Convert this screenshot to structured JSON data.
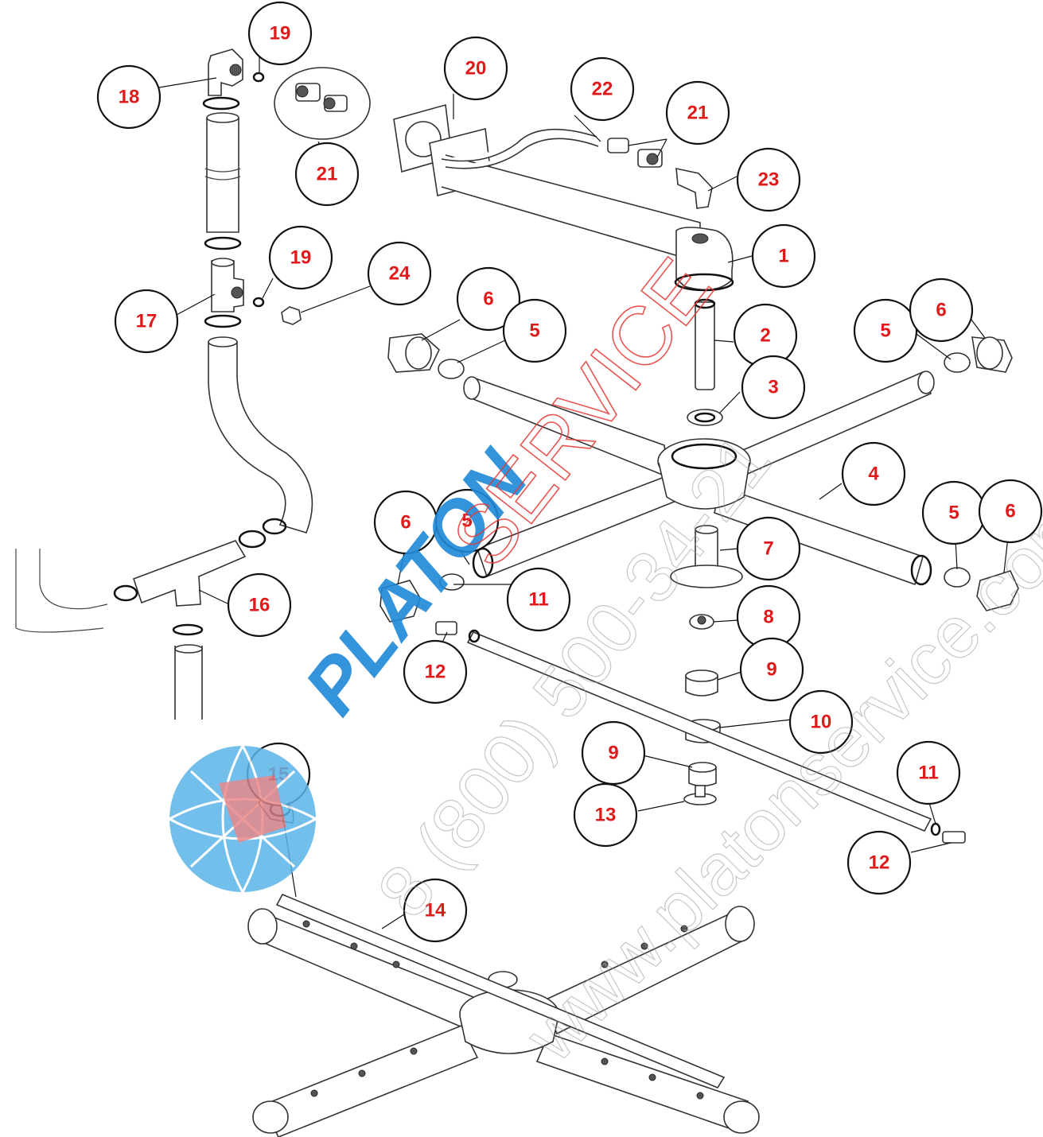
{
  "callouts": [
    {
      "id": "c18",
      "label": "18"
    },
    {
      "id": "c19a",
      "label": "19"
    },
    {
      "id": "c21a",
      "label": "21"
    },
    {
      "id": "c20",
      "label": "20"
    },
    {
      "id": "c22",
      "label": "22"
    },
    {
      "id": "c21b",
      "label": "21"
    },
    {
      "id": "c23",
      "label": "23"
    },
    {
      "id": "c1",
      "label": "1"
    },
    {
      "id": "c19b",
      "label": "19"
    },
    {
      "id": "c24",
      "label": "24"
    },
    {
      "id": "c17",
      "label": "17"
    },
    {
      "id": "c6a",
      "label": "6"
    },
    {
      "id": "c5a",
      "label": "5"
    },
    {
      "id": "c2",
      "label": "2"
    },
    {
      "id": "c5b",
      "label": "5"
    },
    {
      "id": "c6b",
      "label": "6"
    },
    {
      "id": "c3",
      "label": "3"
    },
    {
      "id": "c4",
      "label": "4"
    },
    {
      "id": "c6c",
      "label": "6"
    },
    {
      "id": "c5c",
      "label": "5"
    },
    {
      "id": "c5d",
      "label": "5"
    },
    {
      "id": "c6d",
      "label": "6"
    },
    {
      "id": "c7",
      "label": "7"
    },
    {
      "id": "c16",
      "label": "16"
    },
    {
      "id": "c11a",
      "label": "11"
    },
    {
      "id": "c8",
      "label": "8"
    },
    {
      "id": "c12a",
      "label": "12"
    },
    {
      "id": "c9a",
      "label": "9"
    },
    {
      "id": "c10",
      "label": "10"
    },
    {
      "id": "c9b",
      "label": "9"
    },
    {
      "id": "c15",
      "label": "15"
    },
    {
      "id": "c11b",
      "label": "11"
    },
    {
      "id": "c13",
      "label": "13"
    },
    {
      "id": "c12b",
      "label": "12"
    },
    {
      "id": "c14",
      "label": "14"
    }
  ],
  "watermark": {
    "service": "SERVICE",
    "brand": "PLATON",
    "phone": "8 (800) 500-34-21",
    "site": "www.platonservice.com"
  },
  "colors": {
    "callout_text": "#e01a1a",
    "watermark_red": "#e53935",
    "watermark_blue": "#1e88d8",
    "line": "#333333"
  }
}
